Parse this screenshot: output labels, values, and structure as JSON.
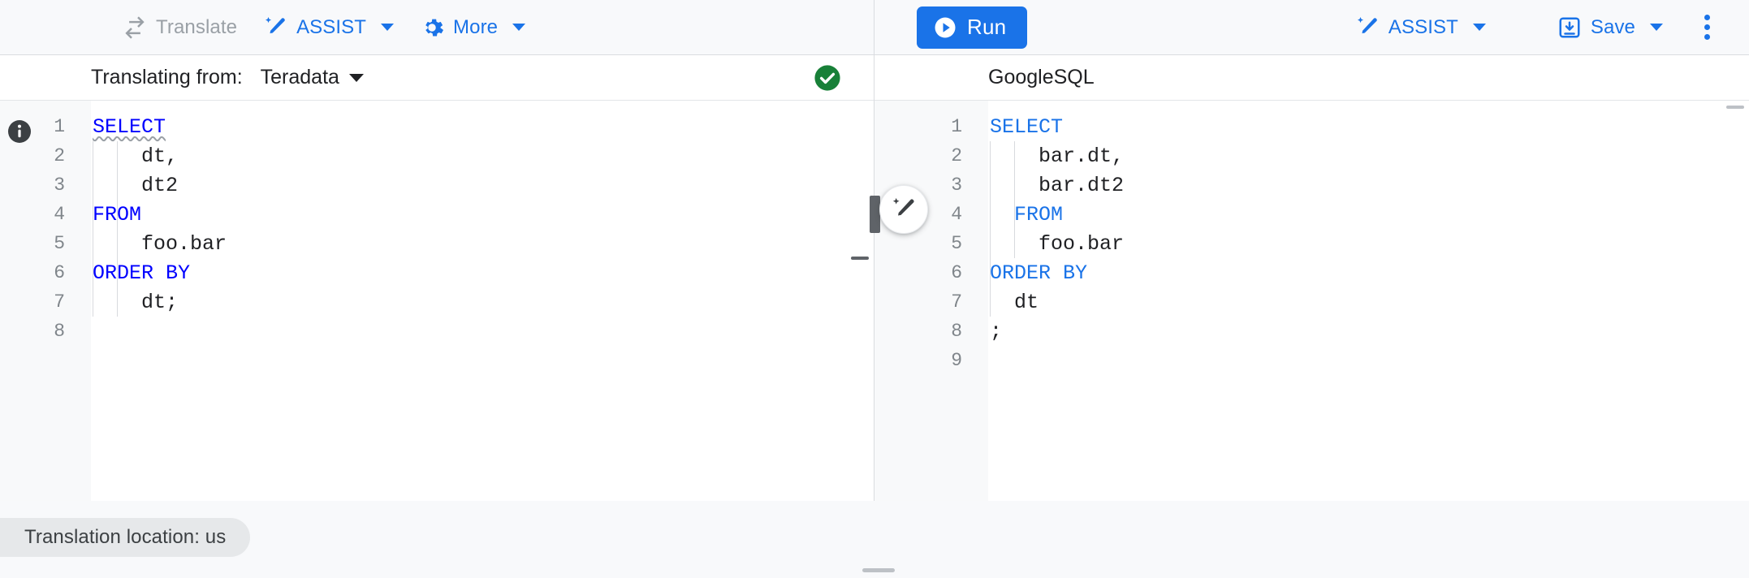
{
  "toolbar": {
    "left": [
      {
        "name": "translate",
        "label": "Translate",
        "icon": "translate-swap-icon",
        "enabled": false
      },
      {
        "name": "assist",
        "label": "ASSIST",
        "icon": "magic-wand-icon",
        "enabled": true,
        "has_caret": true
      },
      {
        "name": "more",
        "label": "More",
        "icon": "gear-icon",
        "enabled": true,
        "has_caret": true
      }
    ],
    "right": {
      "run_label": "Run",
      "run_icon": "play-circle-icon",
      "assist_label": "ASSIST",
      "assist_icon": "magic-wand-icon",
      "save_label": "Save",
      "save_icon": "save-download-icon",
      "overflow_icon": "kebab-menu-icon"
    }
  },
  "left_panel": {
    "header": {
      "label": "Translating from:",
      "dialect": "Teradata",
      "status_icon": "check-circle-icon",
      "status_color": "#188038"
    },
    "info_icon": "info-icon",
    "lines": [
      {
        "n": "1",
        "indent": 0,
        "tokens": [
          {
            "t": "SELECT",
            "k": true,
            "squiggle": true
          }
        ]
      },
      {
        "n": "2",
        "indent": 2,
        "tokens": [
          {
            "t": "dt,",
            "k": false
          }
        ]
      },
      {
        "n": "3",
        "indent": 2,
        "tokens": [
          {
            "t": "dt2",
            "k": false
          }
        ]
      },
      {
        "n": "4",
        "indent": 0,
        "tokens": [
          {
            "t": "FROM",
            "k": true
          }
        ]
      },
      {
        "n": "5",
        "indent": 2,
        "tokens": [
          {
            "t": "foo.bar",
            "k": false
          }
        ]
      },
      {
        "n": "6",
        "indent": 0,
        "tokens": [
          {
            "t": "ORDER BY",
            "k": true
          }
        ]
      },
      {
        "n": "7",
        "indent": 2,
        "tokens": [
          {
            "t": "dt;",
            "k": false
          }
        ]
      },
      {
        "n": "8",
        "indent": 0,
        "tokens": []
      }
    ]
  },
  "right_panel": {
    "header": {
      "dialect": "GoogleSQL"
    },
    "assist_fab_icon": "magic-wand-icon",
    "splitter_icon": "splitter-handle",
    "lines": [
      {
        "n": "1",
        "indent": 0,
        "tokens": [
          {
            "t": "SELECT",
            "k": true
          }
        ]
      },
      {
        "n": "2",
        "indent": 2,
        "tokens": [
          {
            "t": "bar.dt,",
            "k": false
          }
        ]
      },
      {
        "n": "3",
        "indent": 2,
        "tokens": [
          {
            "t": "bar.dt2",
            "k": false
          }
        ]
      },
      {
        "n": "4",
        "indent": 1,
        "tokens": [
          {
            "t": "FROM",
            "k": true
          }
        ]
      },
      {
        "n": "5",
        "indent": 2,
        "tokens": [
          {
            "t": "foo.bar",
            "k": false
          }
        ]
      },
      {
        "n": "6",
        "indent": 0,
        "tokens": [
          {
            "t": "ORDER BY",
            "k": true
          }
        ]
      },
      {
        "n": "7",
        "indent": 1,
        "tokens": [
          {
            "t": "dt",
            "k": false
          }
        ]
      },
      {
        "n": "8",
        "indent": 0,
        "tokens": [
          {
            "t": ";",
            "k": false
          }
        ]
      },
      {
        "n": "9",
        "indent": 0,
        "tokens": []
      }
    ]
  },
  "footer": {
    "location_label": "Translation location: us"
  },
  "colors": {
    "accent": "#1a73e8",
    "keyword_left": "#0000ff",
    "keyword_right": "#1a73e8",
    "success": "#188038",
    "disabled": "#9aa0a6",
    "text": "#202124"
  }
}
